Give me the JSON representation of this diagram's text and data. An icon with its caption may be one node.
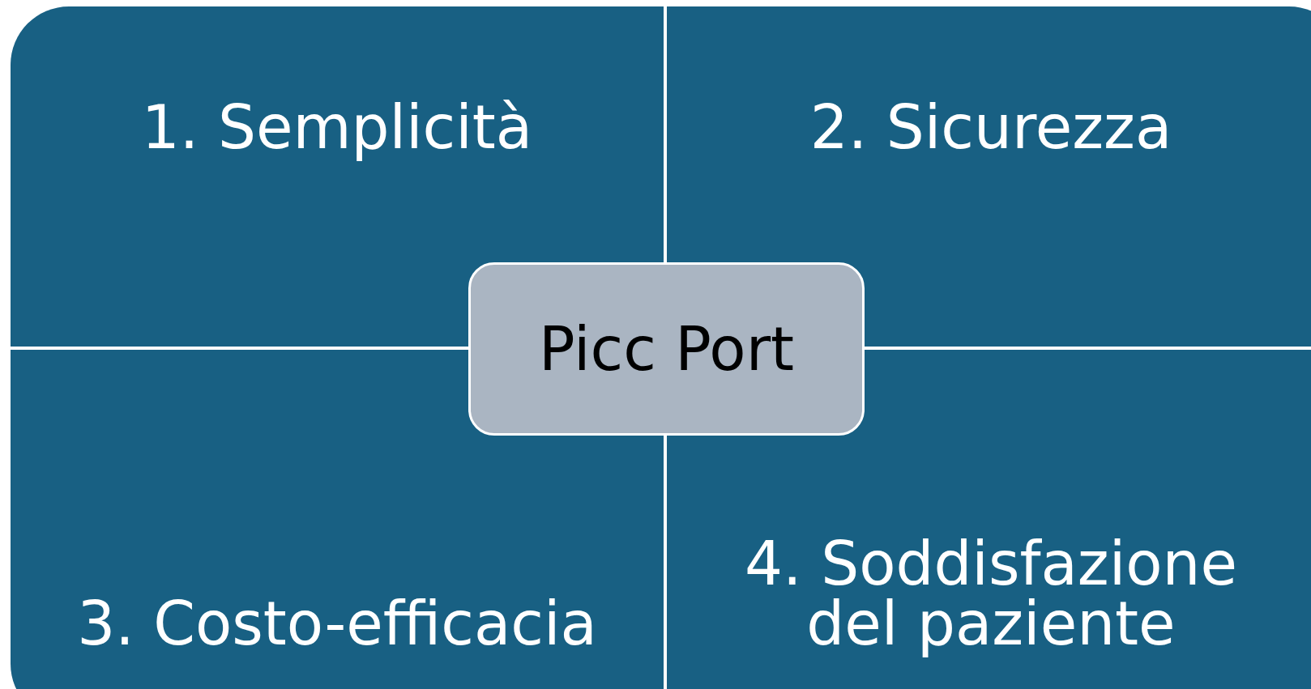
{
  "diagram": {
    "nodes": [
      {
        "text": [
          "1. Semplicità"
        ]
      },
      {
        "text": [
          "2. Sicurezza"
        ]
      },
      {
        "text": [
          "3. Costo-efficacia"
        ]
      },
      {
        "text": [
          "4. Soddisfazione del paziente"
        ]
      },
      {
        "text": [
          "Picc Port"
        ]
      }
    ]
  }
}
